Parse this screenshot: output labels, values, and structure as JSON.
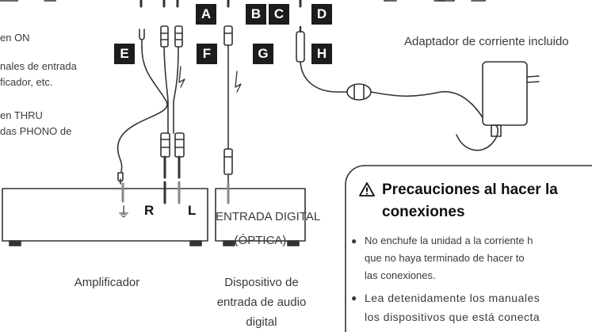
{
  "notes": {
    "line1": "en ON",
    "line2": "nales de entrada",
    "line3": "ficador, etc.",
    "line4": "en THRU",
    "line5": "das PHONO de"
  },
  "badges": {
    "A": "A",
    "B": "B",
    "C": "C",
    "D": "D",
    "E": "E",
    "F": "F",
    "G": "G",
    "H": "H"
  },
  "adapter_label": "Adaptador de corriente incluido",
  "amplifier": {
    "ground_symbol": "⏚",
    "R": "R",
    "L": "L",
    "caption": "Amplificador"
  },
  "digital_device": {
    "box_line1": "ENTRADA DIGITAL",
    "box_line2": "(ÓPTICA)",
    "caption_line1": "Dispositivo de",
    "caption_line2": "entrada de audio",
    "caption_line3": "digital"
  },
  "precautions": {
    "warning_icon": "warning-triangle-icon",
    "title_line1": "Precauciones al hacer la",
    "title_line2": "conexiones",
    "bullet1_line1": "No enchufe la unidad a la corriente h",
    "bullet1_line2": "que no haya terminado de hacer to",
    "bullet1_line3": "las conexiones.",
    "bullet2_line1": "Lea detenidamente los manuales",
    "bullet2_line2": "los dispositivos que está conecta"
  }
}
